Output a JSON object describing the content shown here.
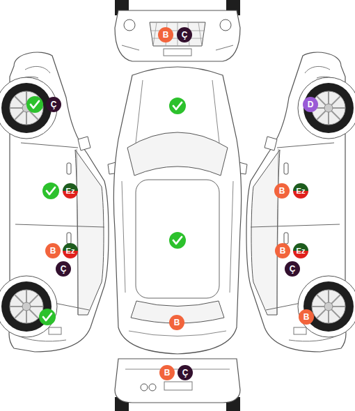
{
  "diagram": {
    "nodes": [
      {
        "text": [
          "B"
        ]
      },
      {
        "text": [
          "Ç"
        ]
      },
      {
        "text": [
          "Ç"
        ]
      },
      {
        "text": [
          "D"
        ]
      },
      {
        "text": [
          "Ez"
        ]
      },
      {
        "text": [
          "B"
        ]
      },
      {
        "text": [
          "Ez"
        ]
      },
      {
        "text": [
          "B"
        ]
      },
      {
        "text": [
          "Ez"
        ]
      },
      {
        "text": [
          "B"
        ]
      },
      {
        "text": [
          "Ez"
        ]
      },
      {
        "text": [
          "Ç"
        ]
      },
      {
        "text": [
          "Ç"
        ]
      },
      {
        "text": [
          "B"
        ]
      },
      {
        "text": [
          "B"
        ]
      },
      {
        "text": [
          "B"
        ]
      },
      {
        "text": [
          "Ç"
        ]
      }
    ]
  }
}
